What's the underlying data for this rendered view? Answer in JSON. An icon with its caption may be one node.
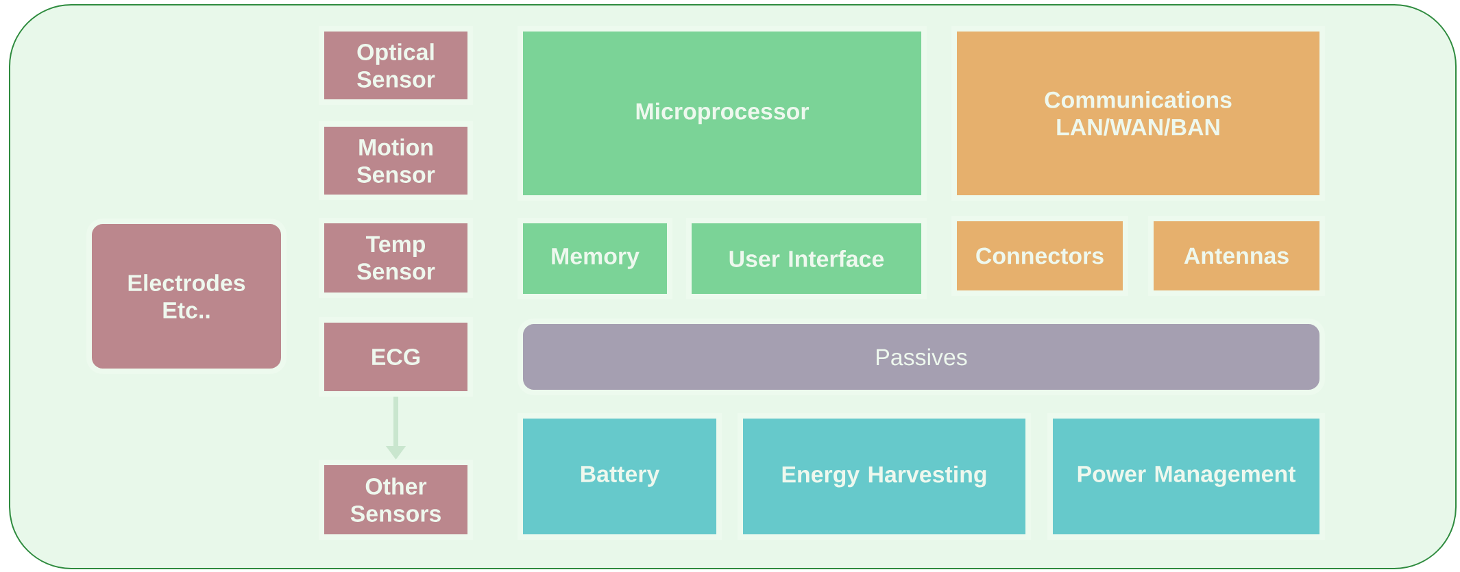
{
  "diagram": {
    "nodes": [
      {
        "text": [
          "Electrodes Etc.."
        ]
      },
      {
        "text": [
          "Optical Sensor"
        ]
      },
      {
        "text": [
          "Motion Sensor"
        ]
      },
      {
        "text": [
          "Temp Sensor"
        ]
      },
      {
        "text": [
          "ECG"
        ]
      },
      {
        "text": [
          "Other Sensors"
        ]
      },
      {
        "text": [
          "Microprocessor"
        ]
      },
      {
        "text": [
          "Memory"
        ]
      },
      {
        "text": [
          "User Interface"
        ]
      },
      {
        "text": [
          "Communications LAN/WAN/BAN"
        ]
      },
      {
        "text": [
          "Connectors"
        ]
      },
      {
        "text": [
          "Antennas"
        ]
      },
      {
        "text": [
          "Passives"
        ]
      },
      {
        "text": [
          "Battery"
        ]
      },
      {
        "text": [
          "Energy Harvesting"
        ]
      },
      {
        "text": [
          "Power Management"
        ]
      }
    ],
    "edges": [
      {
        "from": 4,
        "to": 5,
        "arrow": "to"
      }
    ]
  }
}
